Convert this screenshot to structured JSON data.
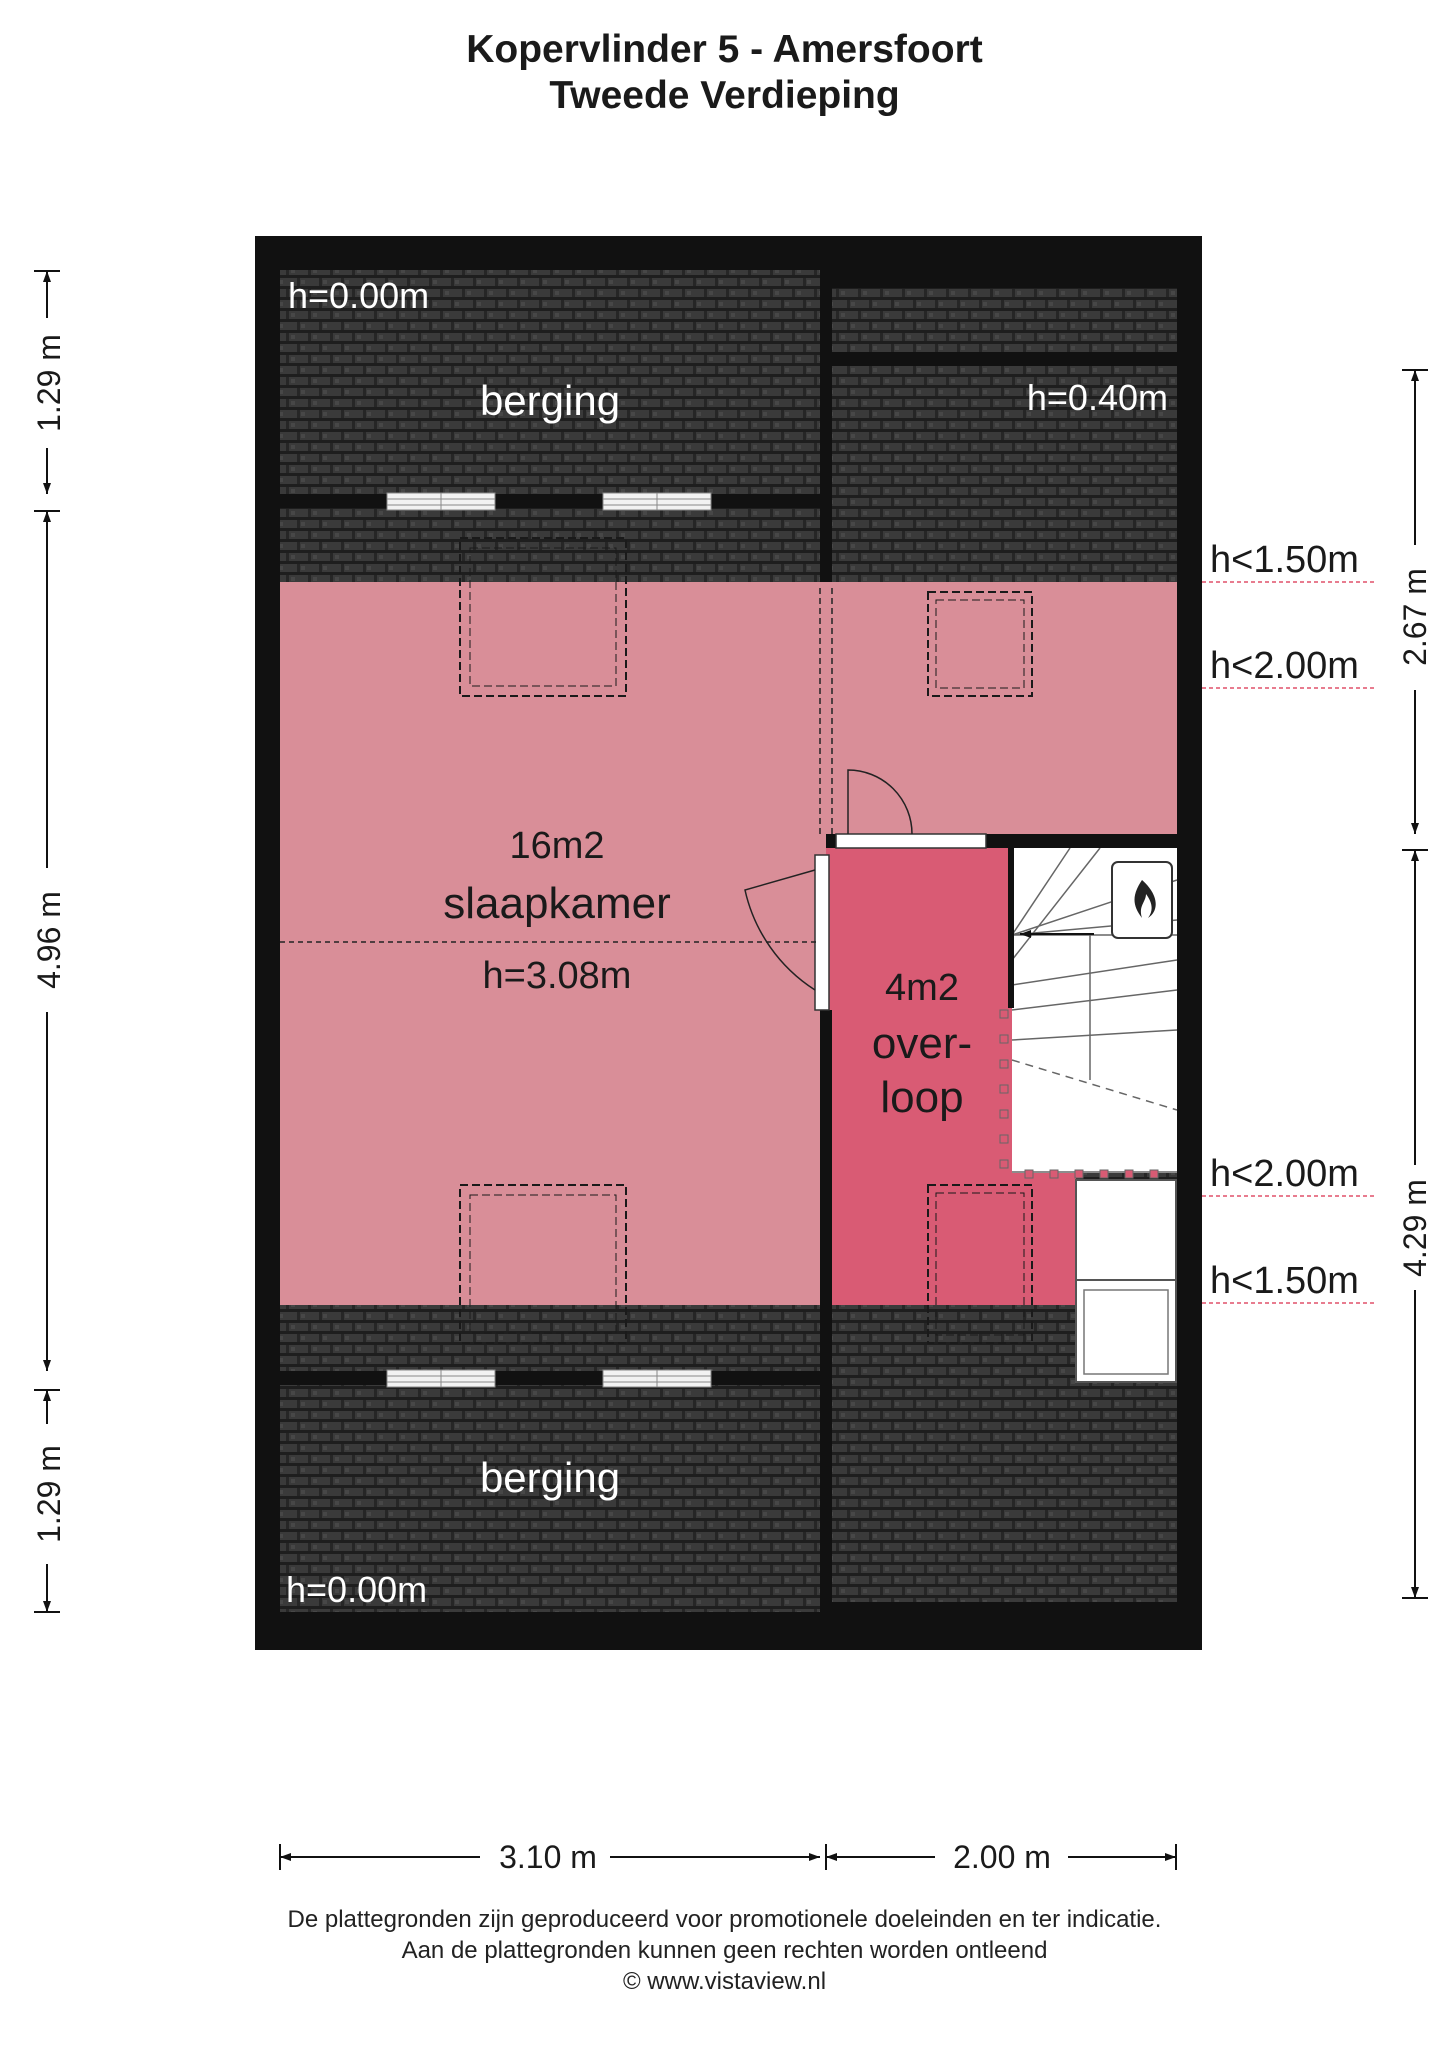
{
  "title": {
    "line1": "Kopervlinder 5 - Amersfoort",
    "line2": "Tweede Verdieping"
  },
  "colors": {
    "roof": "#3a3a3a",
    "wall": "#111111",
    "bedroom": "#d98e98",
    "landing": "#d95b74",
    "height_line": "#e0506a"
  },
  "rooms": {
    "storage_top": {
      "name": "berging",
      "height": "h=0.00m"
    },
    "storage_bottom": {
      "name": "berging",
      "height": "h=0.00m"
    },
    "roof_right_height": "h=0.40m",
    "bedroom": {
      "area": "16m2",
      "name": "slaapkamer",
      "height": "h=3.08m"
    },
    "landing": {
      "area": "4m2",
      "name_line1": "over-",
      "name_line2": "loop"
    }
  },
  "height_markers": {
    "top_150": "h<1.50m",
    "top_200": "h<2.00m",
    "bottom_200": "h<2.00m",
    "bottom_150": "h<1.50m"
  },
  "dimensions": {
    "left_top": "1.29 m",
    "left_middle": "4.96 m",
    "left_bottom": "1.29 m",
    "right_top": "2.67 m",
    "right_bottom": "4.29 m",
    "bottom_left": "3.10 m",
    "bottom_right": "2.00 m"
  },
  "footer": {
    "line1": "De plattegronden zijn geproduceerd voor promotionele doeleinden en ter indicatie.",
    "line2": "Aan de plattegronden kunnen geen rechten worden ontleend",
    "line3": "© www.vistaview.nl"
  }
}
